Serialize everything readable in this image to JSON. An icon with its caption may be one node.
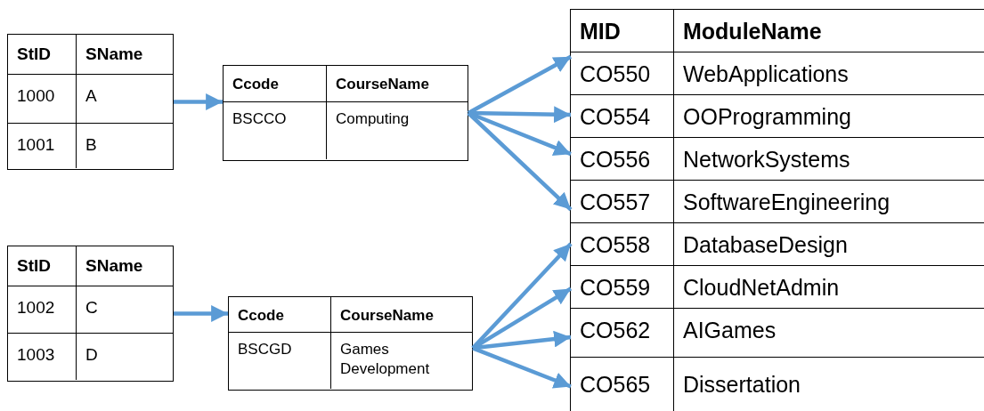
{
  "diagram": {
    "nodes": [
      {
        "text": [],
        "shape": "box"
      },
      {
        "text": [
          "StID",
          "SName"
        ],
        "in": 0
      },
      {
        "text": [
          "1000",
          "A"
        ],
        "in": 0
      },
      {
        "text": [
          "1001",
          "B"
        ],
        "in": 0
      },
      {
        "text": [],
        "shape": "box"
      },
      {
        "text": [
          "Ccode",
          "CourseName"
        ],
        "in": 4
      },
      {
        "text": [
          "BSCCO",
          "Computing"
        ],
        "in": 4
      },
      {
        "text": [],
        "shape": "box"
      },
      {
        "text": [
          "MID",
          "ModuleName"
        ],
        "in": 7
      },
      {
        "text": [
          "CO550",
          "WebApplications"
        ],
        "in": 7
      },
      {
        "text": [
          "CO554",
          "OOProgramming"
        ],
        "in": 7
      },
      {
        "text": [
          "CO556",
          "NetworkSystems"
        ],
        "in": 7
      },
      {
        "text": [
          "CO557",
          "SoftwareEngineering"
        ],
        "in": 7
      },
      {
        "text": [
          "CO558",
          "DatabaseDesign"
        ],
        "in": 7
      },
      {
        "text": [
          "CO559",
          "CloudNetAdmin"
        ],
        "in": 7
      },
      {
        "text": [
          "CO562",
          "AIGames"
        ],
        "in": 7
      },
      {
        "text": [
          "CO565",
          "Dissertation"
        ],
        "in": 7
      },
      {
        "text": [],
        "shape": "box"
      },
      {
        "text": [
          "StID",
          "SName"
        ],
        "in": 17
      },
      {
        "text": [
          "1002",
          "C"
        ],
        "in": 17
      },
      {
        "text": [
          "1003",
          "D"
        ],
        "in": 17
      },
      {
        "text": [],
        "shape": "box"
      },
      {
        "text": [
          "Ccode",
          "CourseName"
        ],
        "in": 21
      },
      {
        "text": [
          "BSCGD",
          "Games Development"
        ],
        "in": 21
      }
    ],
    "edges": [
      {
        "from": 0,
        "to": 4,
        "arrow": "to"
      },
      {
        "from": 4,
        "to": 9,
        "arrow": "to"
      },
      {
        "from": 4,
        "to": 10,
        "arrow": "to"
      },
      {
        "from": 4,
        "to": 11,
        "arrow": "to"
      },
      {
        "from": 4,
        "to": 12,
        "arrow": "to"
      },
      {
        "from": 17,
        "to": 21,
        "arrow": "to"
      },
      {
        "from": 21,
        "to": 13,
        "arrow": "to"
      },
      {
        "from": 21,
        "to": 14,
        "arrow": "to"
      },
      {
        "from": 21,
        "to": 15,
        "arrow": "to"
      },
      {
        "from": 21,
        "to": 16,
        "arrow": "to"
      }
    ]
  }
}
